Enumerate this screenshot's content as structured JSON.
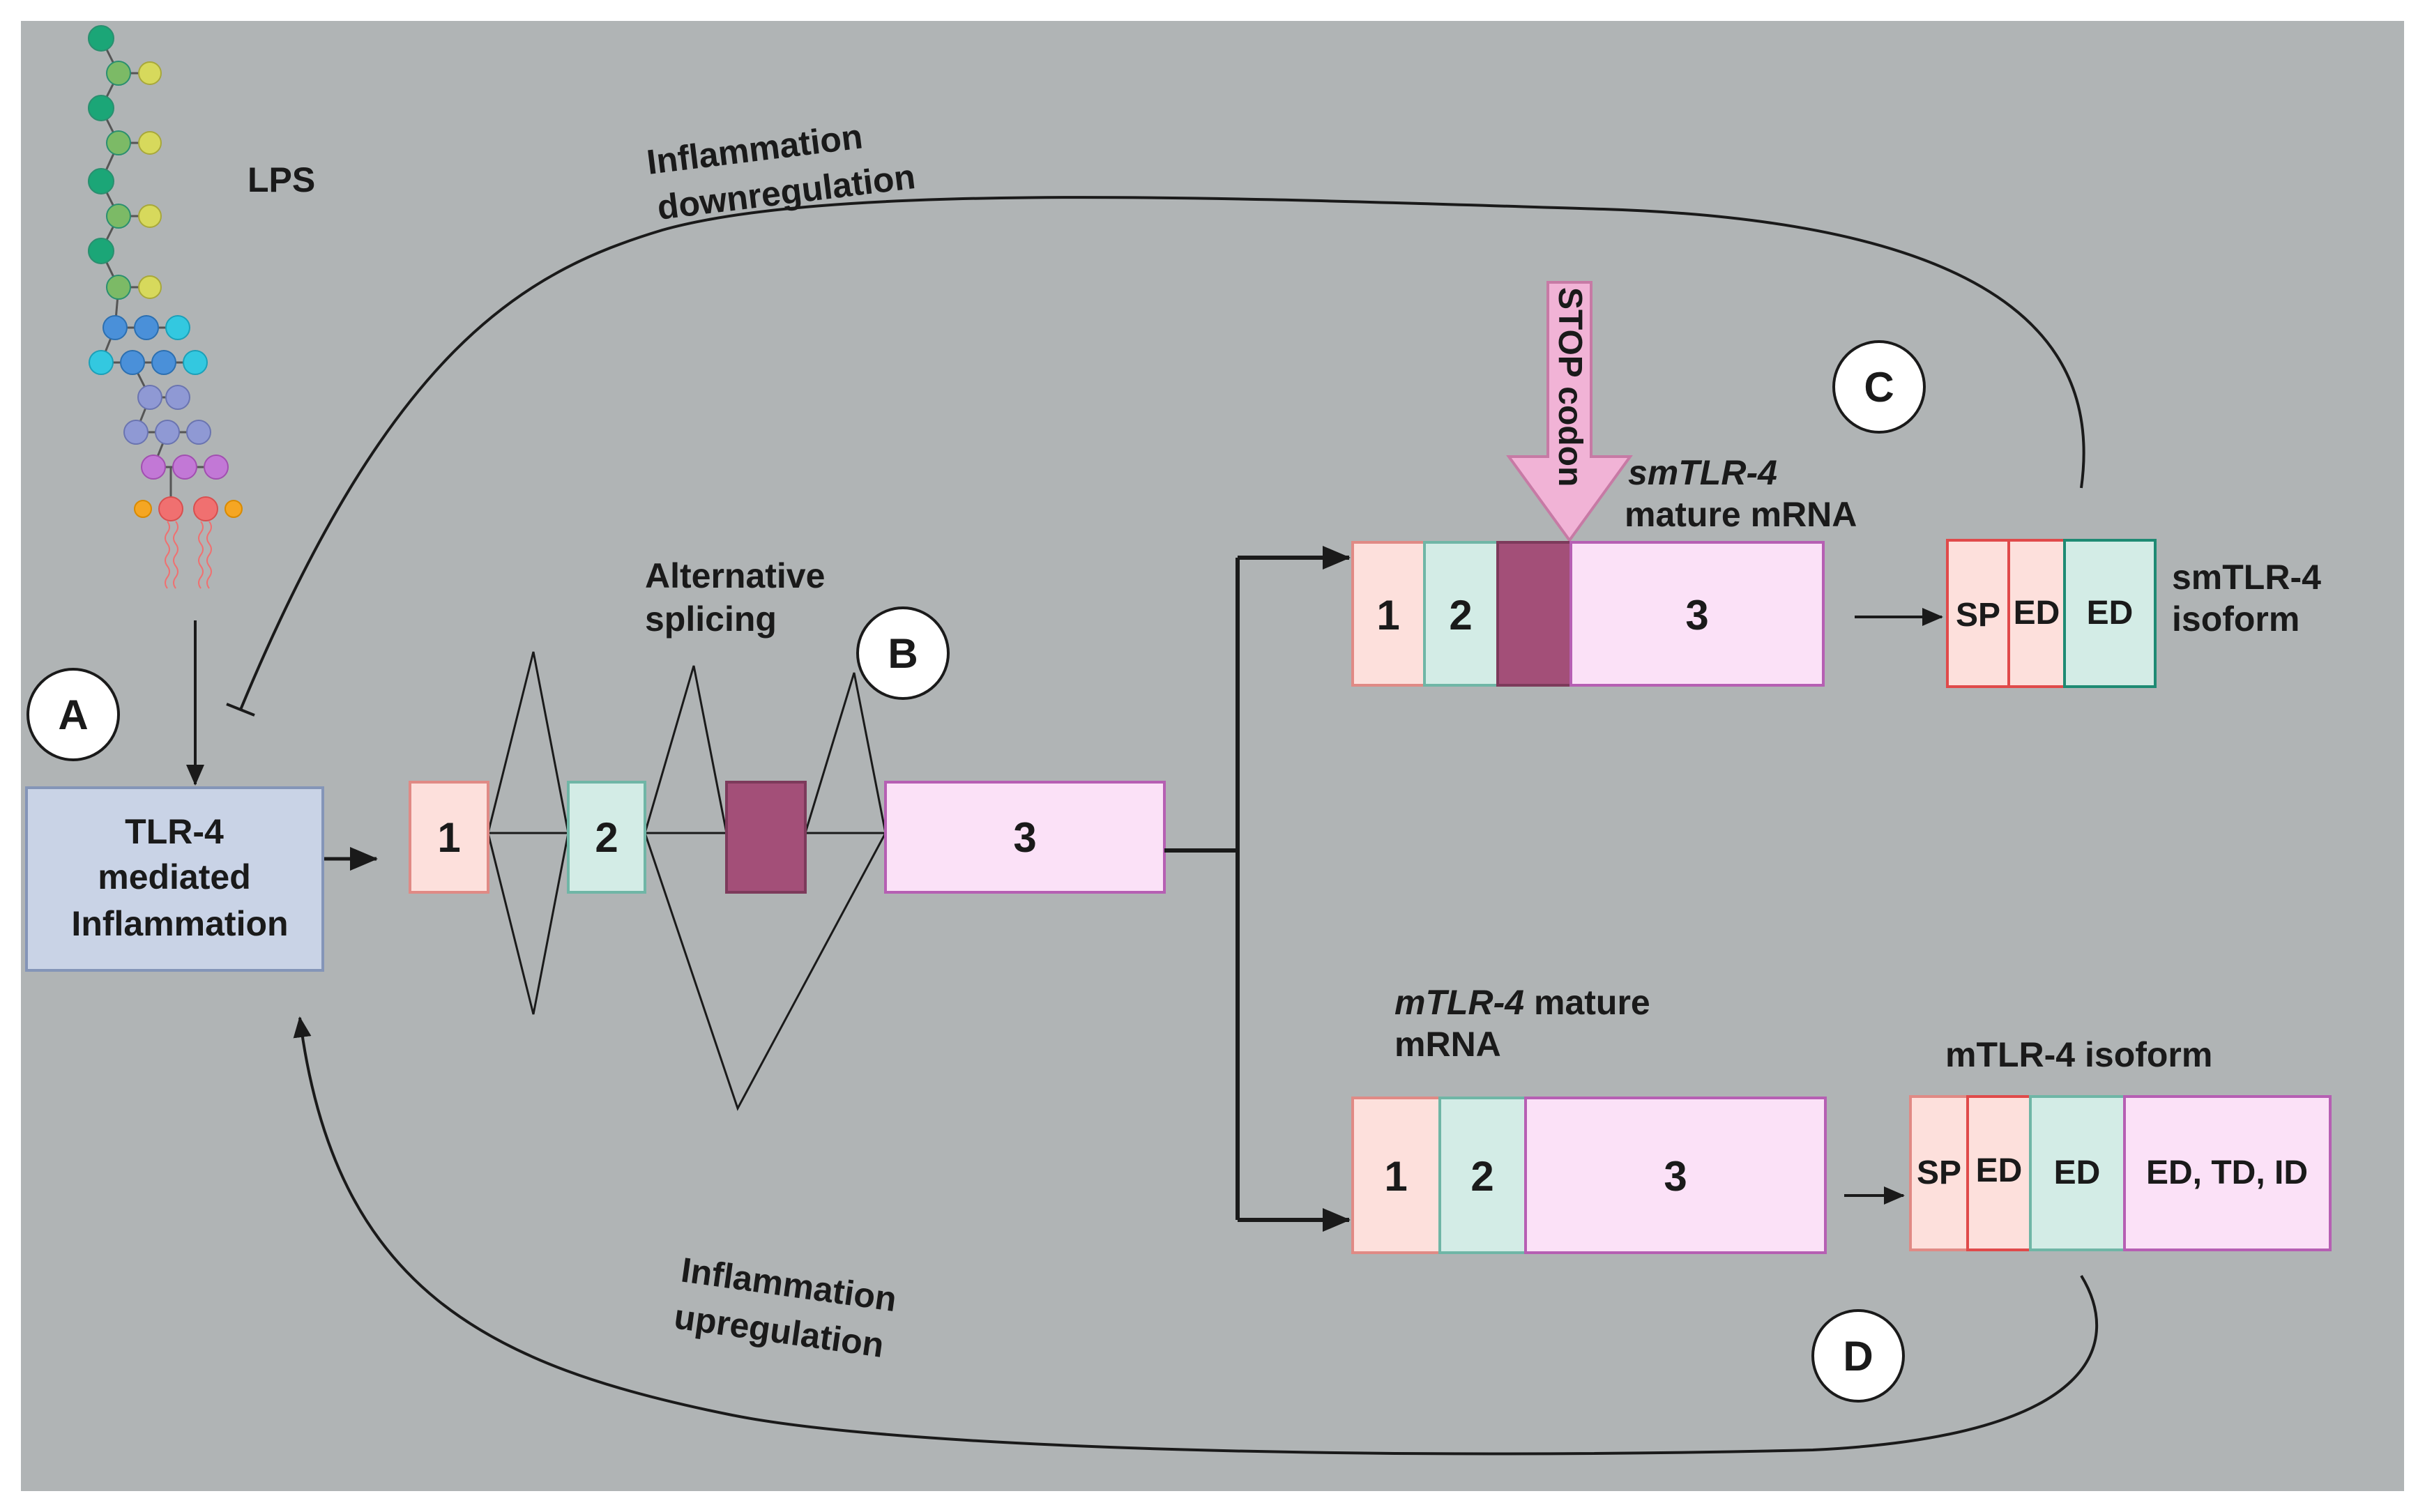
{
  "labels": {
    "lps": "LPS",
    "inflammation_down_1": "Inflammation",
    "inflammation_down_2": "downregulation",
    "inflammation_up_1": "Inflammation",
    "inflammation_up_2": "upregulation",
    "alt_splicing_1": "Alternative",
    "alt_splicing_2": "splicing",
    "stop_codon": "STOP codon",
    "tlr4_1": "TLR-4",
    "tlr4_2": "mediated",
    "tlr4_3": "Inflammation",
    "sm_mrna_1": "smTLR-4",
    "sm_mrna_2": "mature mRNA",
    "sm_iso_1": "smTLR-4",
    "sm_iso_2": "isoform",
    "m_mrna_1_italic": "mTLR-4",
    "m_mrna_1_rest": " mature",
    "m_mrna_2": "mRNA",
    "m_iso": "mTLR-4 isoform"
  },
  "markers": {
    "a": "A",
    "b": "B",
    "c": "C",
    "d": "D"
  },
  "exons": {
    "e1": "1",
    "e2": "2",
    "e3": "3"
  },
  "domains": {
    "sp": "SP",
    "ed": "ED",
    "ed_td_id": "ED, TD, ID"
  },
  "colors": {
    "background": "#b0b4b5",
    "exon1": "#fde0dc",
    "exon1_stroke": "#e08a85",
    "exon2": "#d3ece6",
    "exon2_stroke": "#6fb6a6",
    "exon_alt": "#a34f78",
    "exon3": "#fbe1f7",
    "exon3_stroke": "#b65fb3",
    "tlr_box": "#c9d3e6",
    "tlr_box_stroke": "#8495b8",
    "stop_arrow": "#f1b3d6"
  }
}
